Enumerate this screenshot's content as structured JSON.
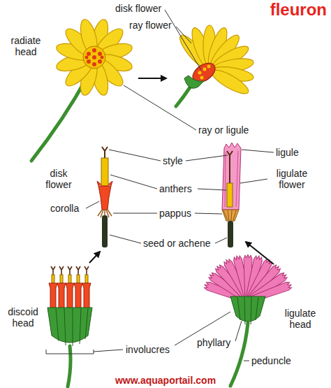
{
  "diagram": {
    "title": "fleuron",
    "labels": [
      "disk flower",
      "ray flower",
      "radiate head",
      "ray or ligule",
      "disk flower",
      "style",
      "ligule",
      "anthers",
      "ligulate flower",
      "corolla",
      "pappus",
      "seed or achene",
      "discoid head",
      "phyllary",
      "ligulate head",
      "involucres",
      "peduncle",
      "www.aquaportail.com"
    ]
  }
}
